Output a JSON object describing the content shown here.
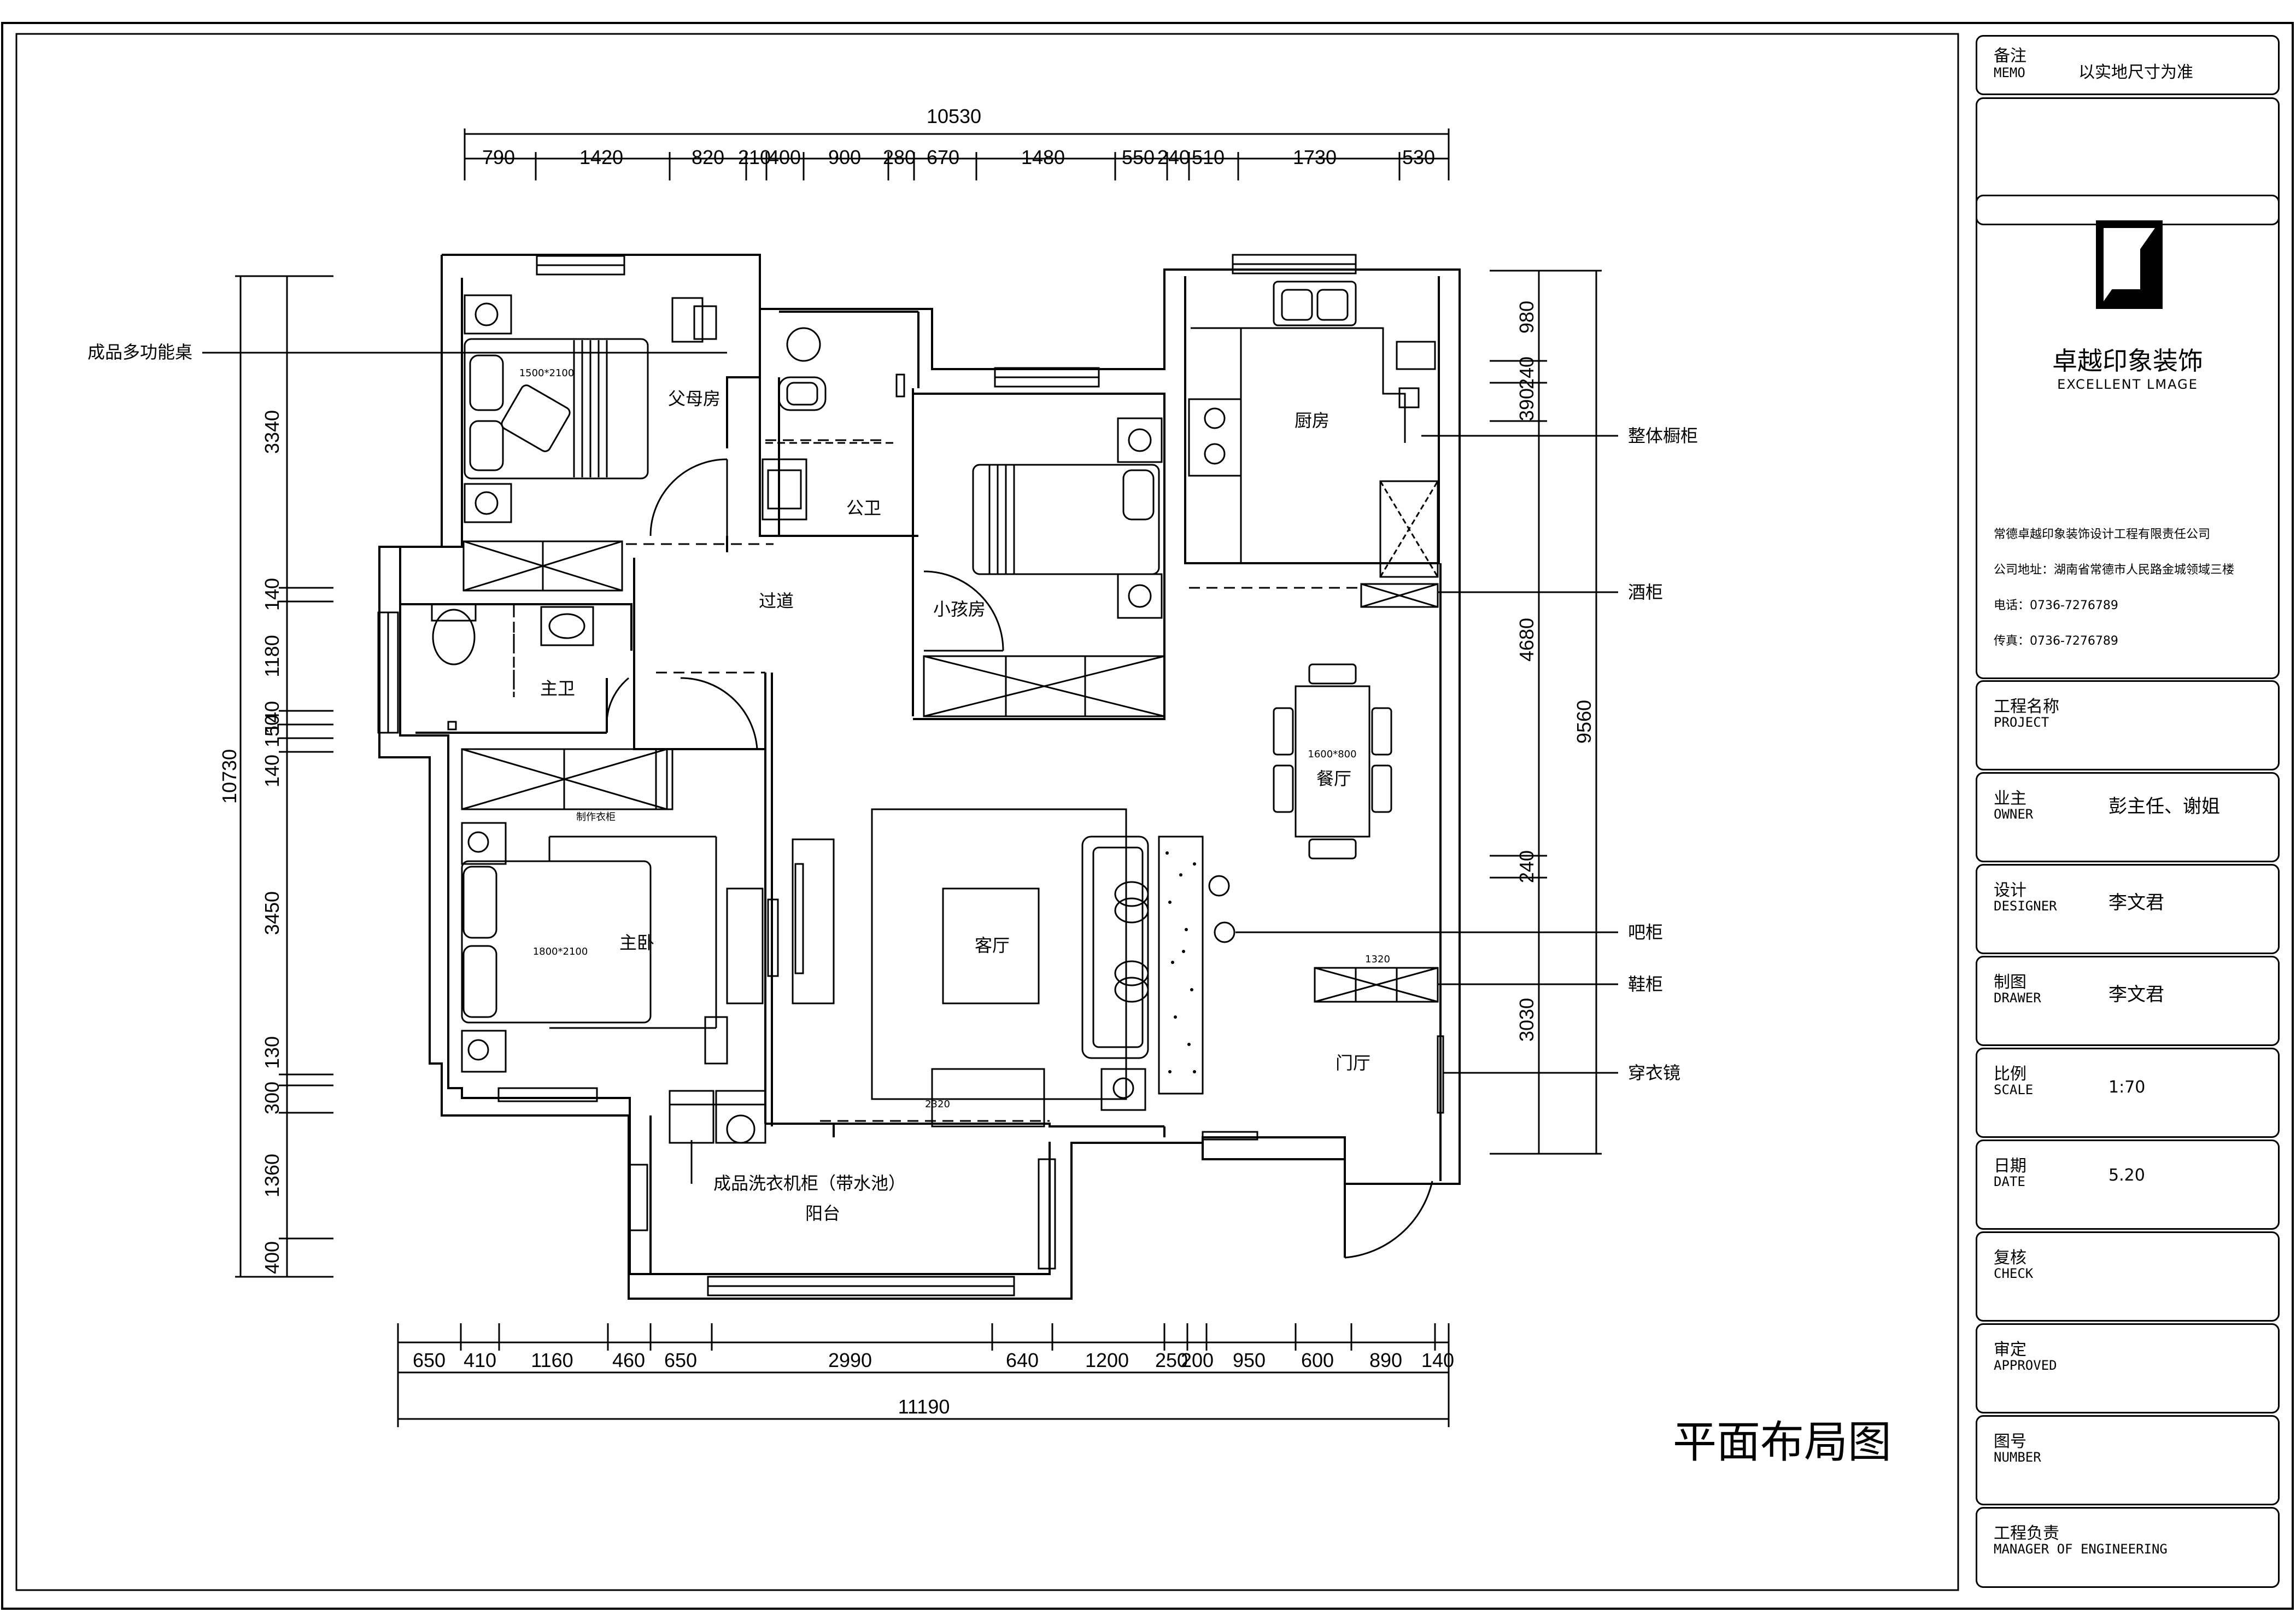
{
  "drawing_title": "平面布局图",
  "rooms": {
    "parents_room": "父母房",
    "public_bath": "公卫",
    "kitchen": "厨房",
    "corridor": "过道",
    "kids_room": "小孩房",
    "master_bath": "主卫",
    "dining": "餐厅",
    "master_bedroom": "主卧",
    "living_room": "客厅",
    "foyer": "门厅",
    "balcony": "阳台"
  },
  "furniture_labels": {
    "bed_parents": "1500*2100",
    "bed_master": "1800*2100",
    "dining_table": "1600*800",
    "shoe_cabinet_width": "1320",
    "tv_cabinet_width": "2320",
    "made_wardrobe": "制作衣柜"
  },
  "callouts": {
    "desk": "成品多功能桌",
    "cabinet": "整体橱柜",
    "wine_cabinet": "酒柜",
    "bar": "吧柜",
    "shoe": "鞋柜",
    "mirror": "穿衣镜",
    "laundry": "成品洗衣机柜（带水池）"
  },
  "dimensions": {
    "top_total": "10530",
    "top": [
      "790",
      "1420",
      "820",
      "210",
      "400",
      "900",
      "280",
      "670",
      "1480",
      "550",
      "240",
      "510",
      "1730",
      "530"
    ],
    "bottom_total": "11190",
    "bottom": [
      "650",
      "410",
      "1160",
      "460",
      "650",
      "2990",
      "640",
      "1200",
      "250",
      "200",
      "950",
      "600",
      "890",
      "140"
    ],
    "left_total": "10730",
    "left": [
      "3340",
      "140",
      "1180",
      "140",
      "150",
      "140",
      "3450",
      "130",
      "300",
      "1360",
      "400"
    ],
    "right_total": "9560",
    "right": [
      "980",
      "240",
      "390",
      "4680",
      "240",
      "3030"
    ]
  },
  "title_block": {
    "memo_cn": "备注",
    "memo_en": "MEMO",
    "memo_value": "以实地尺寸为准",
    "company_name": "卓越印象装饰",
    "company_name_en": "EXCELLENT LMAGE",
    "company_full": "常德卓越印象装饰设计工程有限责任公司",
    "address": "公司地址：湖南省常德市人民路金城领域三楼",
    "phone": "电话：0736-7276789",
    "fax": "传真：0736-7276789",
    "project_cn": "工程名称",
    "project_en": "PROJECT",
    "owner_cn": "业主",
    "owner_en": "OWNER",
    "owner_value": "彭主任、谢姐",
    "designer_cn": "设计",
    "designer_en": "DESIGNER",
    "designer_value": "李文君",
    "drawer_cn": "制图",
    "drawer_en": "DRAWER",
    "drawer_value": "李文君",
    "scale_cn": "比例",
    "scale_en": "SCALE",
    "scale_value": "1:70",
    "date_cn": "日期",
    "date_en": "DATE",
    "date_value": "5.20",
    "check_cn": "复核",
    "check_en": "CHECK",
    "approved_cn": "审定",
    "approved_en": "APPROVED",
    "number_cn": "图号",
    "number_en": "NUMBER",
    "manager_cn": "工程负责",
    "manager_en": "MANAGER OF ENGINEERING"
  }
}
